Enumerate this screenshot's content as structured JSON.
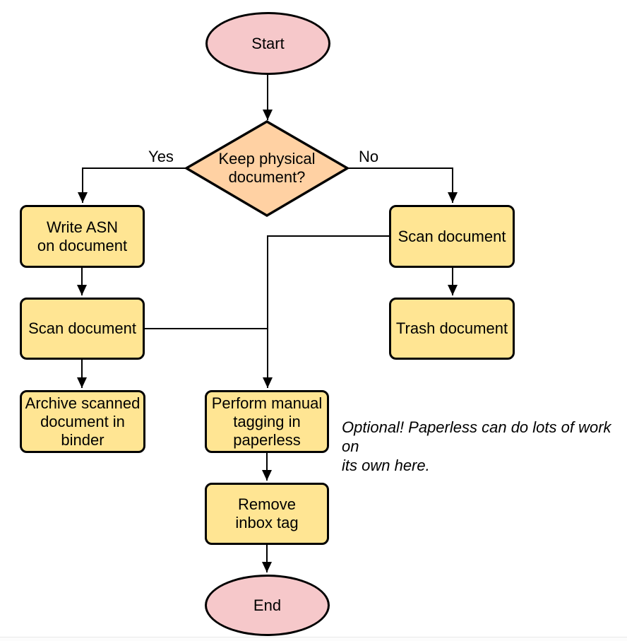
{
  "nodes": {
    "start": {
      "label": "Start",
      "shape": "ellipse"
    },
    "decision": {
      "label": "Keep physical\ndocument?",
      "shape": "diamond"
    },
    "write_asn": {
      "label": "Write ASN\non document",
      "shape": "process"
    },
    "scan_left": {
      "label": "Scan document",
      "shape": "process"
    },
    "archive": {
      "label": "Archive scanned\ndocument in\nbinder",
      "shape": "process"
    },
    "scan_right": {
      "label": "Scan document",
      "shape": "process"
    },
    "trash": {
      "label": "Trash document",
      "shape": "process"
    },
    "tagging": {
      "label": "Perform manual\ntagging in\npaperless",
      "shape": "process"
    },
    "remove_inbox": {
      "label": "Remove\ninbox tag",
      "shape": "process"
    },
    "end": {
      "label": "End",
      "shape": "ellipse"
    }
  },
  "edges": {
    "yes_label": "Yes",
    "no_label": "No"
  },
  "annotation": {
    "text": "Optional! Paperless can do lots of work on\nits own here."
  },
  "colors": {
    "terminal_fill": "#f6c8ca",
    "decision_fill": "#ffd1a3",
    "process_fill": "#ffe593",
    "stroke": "#000000"
  }
}
